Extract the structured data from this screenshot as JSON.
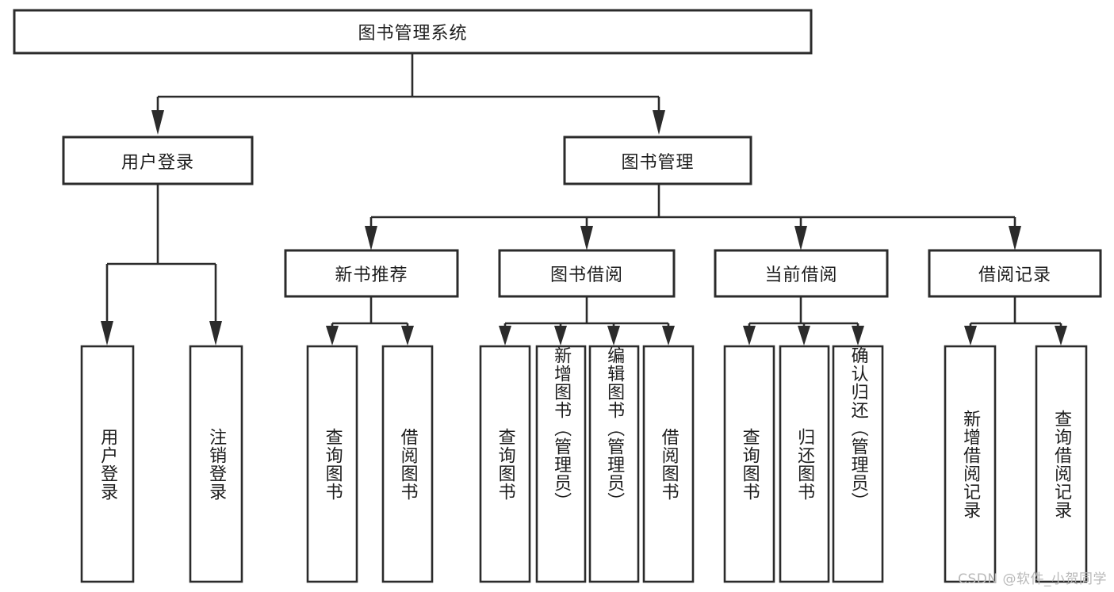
{
  "diagram": {
    "type": "hierarchy-tree",
    "orientation": "top-down",
    "root": {
      "id": "root",
      "label": "图书管理系统",
      "text_direction": "horizontal"
    },
    "level2": [
      {
        "id": "user-login",
        "label": "用户登录",
        "text_direction": "horizontal"
      },
      {
        "id": "book-management",
        "label": "图书管理",
        "text_direction": "horizontal"
      }
    ],
    "level3": [
      {
        "id": "new-book-recommend",
        "label": "新书推荐",
        "parent": "book-management",
        "text_direction": "horizontal"
      },
      {
        "id": "book-borrow",
        "label": "图书借阅",
        "parent": "book-management",
        "text_direction": "horizontal"
      },
      {
        "id": "current-borrow",
        "label": "当前借阅",
        "parent": "book-management",
        "text_direction": "horizontal"
      },
      {
        "id": "borrow-record",
        "label": "借阅记录",
        "parent": "book-management",
        "text_direction": "horizontal"
      }
    ],
    "leaves": [
      {
        "id": "leaf-user-login",
        "label": "用户登录",
        "parent": "user-login",
        "text_direction": "vertical"
      },
      {
        "id": "leaf-logout",
        "label": "注销登录",
        "parent": "user-login",
        "text_direction": "vertical"
      },
      {
        "id": "leaf-query-book-1",
        "label": "查询图书",
        "parent": "new-book-recommend",
        "text_direction": "vertical"
      },
      {
        "id": "leaf-borrow-book-1",
        "label": "借阅图书",
        "parent": "new-book-recommend",
        "text_direction": "vertical"
      },
      {
        "id": "leaf-query-book-2",
        "label": "查询图书",
        "parent": "book-borrow",
        "text_direction": "vertical"
      },
      {
        "id": "leaf-add-book",
        "label": "新增图书（管理员）",
        "parent": "book-borrow",
        "text_direction": "vertical"
      },
      {
        "id": "leaf-edit-book",
        "label": "编辑图书（管理员）",
        "parent": "book-borrow",
        "text_direction": "vertical"
      },
      {
        "id": "leaf-borrow-book-2",
        "label": "借阅图书",
        "parent": "book-borrow",
        "text_direction": "vertical"
      },
      {
        "id": "leaf-query-book-3",
        "label": "查询图书",
        "parent": "current-borrow",
        "text_direction": "vertical"
      },
      {
        "id": "leaf-return-book",
        "label": "归还图书",
        "parent": "current-borrow",
        "text_direction": "vertical"
      },
      {
        "id": "leaf-confirm-return",
        "label": "确认归还（管理员）",
        "parent": "current-borrow",
        "text_direction": "vertical"
      },
      {
        "id": "leaf-add-record",
        "label": "新增借阅记录",
        "parent": "borrow-record",
        "text_direction": "vertical"
      },
      {
        "id": "leaf-query-record",
        "label": "查询借阅记录",
        "parent": "borrow-record",
        "text_direction": "vertical"
      }
    ],
    "colors": {
      "background": "#ffffff",
      "box_fill": "#ffffff",
      "box_stroke": "#2b2b2b",
      "connector": "#2b2b2b",
      "text": "#1d1d1d",
      "watermark": "#b9b9b9"
    }
  },
  "watermark": {
    "text": "CSDN @软件_小贺同学"
  }
}
